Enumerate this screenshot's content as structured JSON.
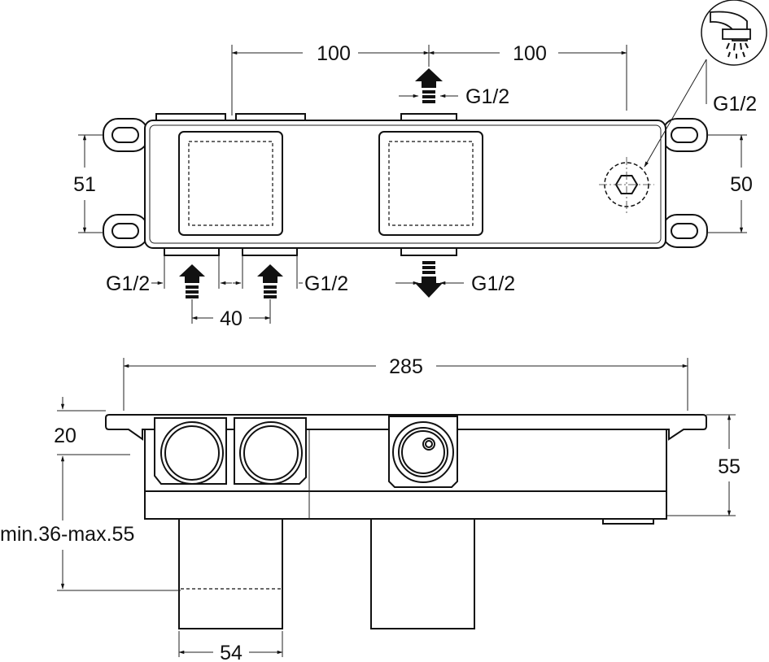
{
  "top_view": {
    "dim_spacing_left": "100",
    "dim_spacing_right": "100",
    "dim_height_left": "51",
    "dim_height_right": "50",
    "dim_inlet_spacing": "40",
    "thread_outlet_top": "G1/2",
    "thread_shower": "G1/2",
    "thread_inlet_left": "G1/2",
    "thread_inlet_right": "G1/2",
    "thread_outlet_bottom": "G1/2"
  },
  "front_view": {
    "dim_width": "285",
    "dim_flange": "20",
    "dim_depth": "55",
    "dim_install_range": "min.36-max.55",
    "dim_sleeve_width": "54"
  },
  "icons": [
    "shower-head-icon",
    "flow-arrow-icon",
    "hex-plug-icon"
  ]
}
